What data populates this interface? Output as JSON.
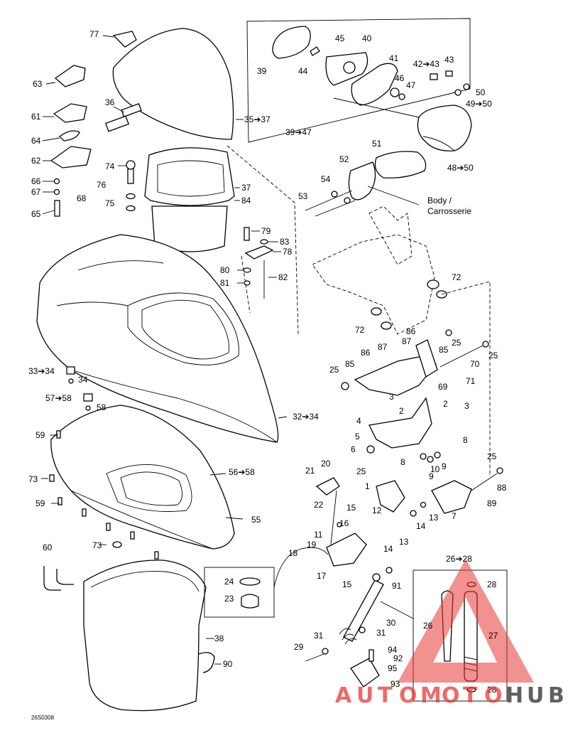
{
  "diagram": {
    "code": "26S0308",
    "body_label_line1": "Body /",
    "body_label_line2": "Carrosserie",
    "watermark_letters": [
      "A",
      "U",
      "T",
      "O",
      "M",
      "O",
      "T",
      "O",
      "H",
      "U",
      "B"
    ],
    "watermark_color": "#e53935",
    "callouts": [
      {
        "id": "c77",
        "text": "77"
      },
      {
        "id": "c63",
        "text": "63"
      },
      {
        "id": "c36",
        "text": "36"
      },
      {
        "id": "c61",
        "text": "61"
      },
      {
        "id": "c64",
        "text": "64"
      },
      {
        "id": "c62",
        "text": "62"
      },
      {
        "id": "c66",
        "text": "66"
      },
      {
        "id": "c67",
        "text": "67"
      },
      {
        "id": "c68",
        "text": "68"
      },
      {
        "id": "c65",
        "text": "65"
      },
      {
        "id": "c74",
        "text": "74"
      },
      {
        "id": "c76",
        "text": "76"
      },
      {
        "id": "c75",
        "text": "75"
      },
      {
        "id": "c3537",
        "text": "35➔37"
      },
      {
        "id": "c37",
        "text": "37"
      },
      {
        "id": "c84",
        "text": "84"
      },
      {
        "id": "c79",
        "text": "79"
      },
      {
        "id": "c83",
        "text": "83"
      },
      {
        "id": "c78",
        "text": "78"
      },
      {
        "id": "c80",
        "text": "80"
      },
      {
        "id": "c82",
        "text": "82"
      },
      {
        "id": "c81",
        "text": "81"
      },
      {
        "id": "c39",
        "text": "39"
      },
      {
        "id": "c44",
        "text": "44"
      },
      {
        "id": "c45",
        "text": "45"
      },
      {
        "id": "c40",
        "text": "40"
      },
      {
        "id": "c41",
        "text": "41"
      },
      {
        "id": "c4243",
        "text": "42➔43"
      },
      {
        "id": "c43",
        "text": "43"
      },
      {
        "id": "c46",
        "text": "46"
      },
      {
        "id": "c47",
        "text": "47"
      },
      {
        "id": "c50",
        "text": "50"
      },
      {
        "id": "c4950",
        "text": "49➔50"
      },
      {
        "id": "c3947",
        "text": "39➔47"
      },
      {
        "id": "c52",
        "text": "52"
      },
      {
        "id": "c51",
        "text": "51"
      },
      {
        "id": "c4850",
        "text": "48➔50"
      },
      {
        "id": "c54",
        "text": "54"
      },
      {
        "id": "c53",
        "text": "53"
      },
      {
        "id": "c72a",
        "text": "72"
      },
      {
        "id": "c72b",
        "text": "72"
      },
      {
        "id": "c86a",
        "text": "86"
      },
      {
        "id": "c86b",
        "text": "86"
      },
      {
        "id": "c87a",
        "text": "87"
      },
      {
        "id": "c87b",
        "text": "87"
      },
      {
        "id": "c85a",
        "text": "85"
      },
      {
        "id": "c85b",
        "text": "85"
      },
      {
        "id": "c25a",
        "text": "25"
      },
      {
        "id": "c25b",
        "text": "25"
      },
      {
        "id": "c25c",
        "text": "25"
      },
      {
        "id": "c25d",
        "text": "25"
      },
      {
        "id": "c25e",
        "text": "25"
      },
      {
        "id": "c70",
        "text": "70"
      },
      {
        "id": "c71",
        "text": "71"
      },
      {
        "id": "c69",
        "text": "69"
      },
      {
        "id": "c3334",
        "text": "33➔34"
      },
      {
        "id": "c34",
        "text": "34"
      },
      {
        "id": "c5758",
        "text": "57➔58"
      },
      {
        "id": "c58",
        "text": "58"
      },
      {
        "id": "c3234",
        "text": "32➔34"
      },
      {
        "id": "c59a",
        "text": "59"
      },
      {
        "id": "c59b",
        "text": "59"
      },
      {
        "id": "c73a",
        "text": "73"
      },
      {
        "id": "c73b",
        "text": "73"
      },
      {
        "id": "c5658",
        "text": "56➔58"
      },
      {
        "id": "c55",
        "text": "55"
      },
      {
        "id": "c60",
        "text": "60"
      },
      {
        "id": "c38",
        "text": "38"
      },
      {
        "id": "c90",
        "text": "90"
      },
      {
        "id": "c3a",
        "text": "3"
      },
      {
        "id": "c3b",
        "text": "3"
      },
      {
        "id": "c2a",
        "text": "2"
      },
      {
        "id": "c2b",
        "text": "2"
      },
      {
        "id": "c4",
        "text": "4"
      },
      {
        "id": "c5",
        "text": "5"
      },
      {
        "id": "c6",
        "text": "6"
      },
      {
        "id": "c8a",
        "text": "8"
      },
      {
        "id": "c8b",
        "text": "8"
      },
      {
        "id": "c9a",
        "text": "9"
      },
      {
        "id": "c9b",
        "text": "9"
      },
      {
        "id": "c10",
        "text": "10"
      },
      {
        "id": "c21",
        "text": "21"
      },
      {
        "id": "c20",
        "text": "20"
      },
      {
        "id": "c22",
        "text": "22"
      },
      {
        "id": "c1",
        "text": "1"
      },
      {
        "id": "c7",
        "text": "7"
      },
      {
        "id": "c88",
        "text": "88"
      },
      {
        "id": "c89",
        "text": "89"
      },
      {
        "id": "c12",
        "text": "12"
      },
      {
        "id": "c13a",
        "text": "13"
      },
      {
        "id": "c13b",
        "text": "13"
      },
      {
        "id": "c14a",
        "text": "14"
      },
      {
        "id": "c14b",
        "text": "14"
      },
      {
        "id": "c15a",
        "text": "15"
      },
      {
        "id": "c15b",
        "text": "15"
      },
      {
        "id": "c16",
        "text": "16"
      },
      {
        "id": "c11",
        "text": "11"
      },
      {
        "id": "c19",
        "text": "19"
      },
      {
        "id": "c18",
        "text": "18"
      },
      {
        "id": "c17",
        "text": "17"
      },
      {
        "id": "c91",
        "text": "91"
      },
      {
        "id": "c24",
        "text": "24"
      },
      {
        "id": "c23",
        "text": "23"
      },
      {
        "id": "c2628",
        "text": "26➔28"
      },
      {
        "id": "c28a",
        "text": "28"
      },
      {
        "id": "c28b",
        "text": "28"
      },
      {
        "id": "c26",
        "text": "26"
      },
      {
        "id": "c27",
        "text": "27"
      },
      {
        "id": "c30",
        "text": "30"
      },
      {
        "id": "c31a",
        "text": "31"
      },
      {
        "id": "c31b",
        "text": "31"
      },
      {
        "id": "c29",
        "text": "29"
      },
      {
        "id": "c94",
        "text": "94"
      },
      {
        "id": "c92",
        "text": "92"
      },
      {
        "id": "c95",
        "text": "95"
      },
      {
        "id": "c93",
        "text": "93"
      }
    ]
  }
}
